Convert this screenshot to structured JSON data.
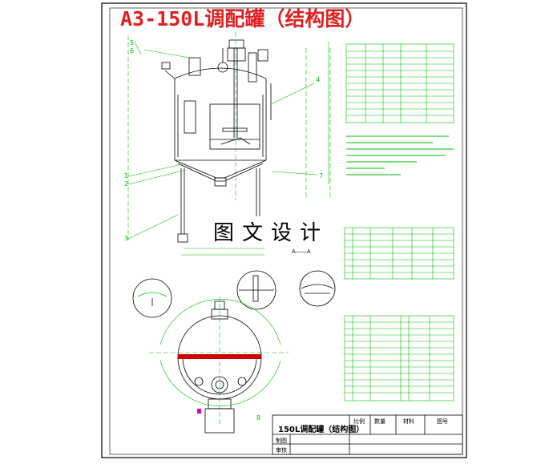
{
  "title": "A3-150L调配罐（结构图）",
  "watermark": "图文设计",
  "section_label": "A——A",
  "title_block": {
    "name": "150L调配罐（结构图）",
    "labels": [
      "比例",
      "数量",
      "材料",
      "图号"
    ],
    "row_labels": [
      "制图",
      "审核"
    ]
  },
  "colors": {
    "drawing": "#000000",
    "annotation": "#00c000",
    "title": "#e02020",
    "highlight": "#cc0000"
  },
  "callouts": [
    "1",
    "2",
    "3",
    "4",
    "5",
    "6",
    "7",
    "8"
  ]
}
